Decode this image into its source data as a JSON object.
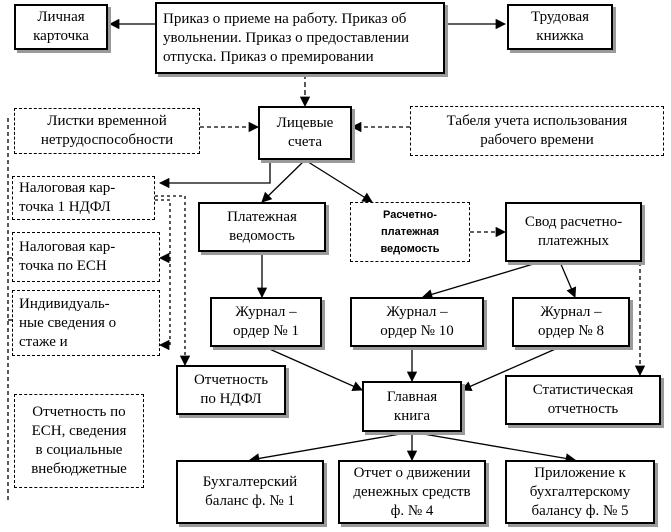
{
  "nodes": {
    "personal_card": [
      "Личная",
      "карточка"
    ],
    "orders": [
      "Приказ о приеме на работу. Приказ об",
      "увольнении. Приказ о предоставлении",
      "отпуска. Приказ о премировании"
    ],
    "work_book": [
      "Трудовая",
      "книжка"
    ],
    "sick_leave": [
      "Листки временной",
      "нетрудоспособности"
    ],
    "personal_accounts": [
      "Лицевые",
      "счета"
    ],
    "timesheet": [
      "Табеля учета использования",
      "рабочего времени"
    ],
    "tax_card_ndfl": [
      "Налоговая  кар-",
      "точка 1 НДФЛ"
    ],
    "payment_statement": [
      "Платежная",
      "ведомость"
    ],
    "payroll_statement": [
      "Расчетно-",
      "платежная",
      "ведомость"
    ],
    "payroll_summary": [
      "Свод расчетно-",
      "платежных"
    ],
    "tax_card_esn": [
      "Налоговая кар-",
      "точка по ЕСН"
    ],
    "individual_info": [
      "Индивидуаль-",
      "ные сведения о",
      "стаже и"
    ],
    "journal_1": [
      "Журнал –",
      "ордер № 1"
    ],
    "journal_10": [
      "Журнал –",
      "ордер № 10"
    ],
    "journal_8": [
      "Журнал –",
      "ордер № 8"
    ],
    "report_ndfl": [
      "Отчетность",
      "по НДФЛ"
    ],
    "general_ledger": [
      "Главная",
      "книга"
    ],
    "statistical_report": [
      "Статистическая",
      "отчетность"
    ],
    "report_esn": [
      "Отчетность по",
      "ЕСН, сведения",
      "в социальные",
      "внебюджетные"
    ],
    "balance_1": [
      "Бухгалтерский",
      "баланс ф.  № 1"
    ],
    "cash_flow_4": [
      "Отчет о движении",
      "денежных средств",
      "ф. № 4"
    ],
    "appendix_5": [
      "Приложение к",
      "бухгалтерскому",
      "балансу ф. № 5"
    ]
  }
}
